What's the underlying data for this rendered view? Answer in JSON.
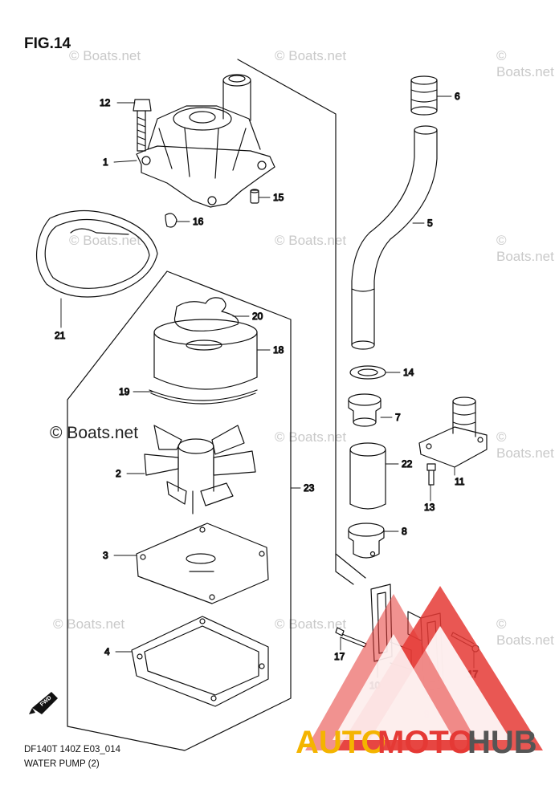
{
  "figure": {
    "title": "FIG.14",
    "model_line": "DF140T 140Z E03_014",
    "name_line": "WATER PUMP (2)"
  },
  "watermarks": {
    "small": "© Boats.net",
    "large": "© Boats.net"
  },
  "callouts": [
    {
      "id": "p12",
      "label": "12"
    },
    {
      "id": "p1",
      "label": "1"
    },
    {
      "id": "p15",
      "label": "15"
    },
    {
      "id": "p16",
      "label": "16"
    },
    {
      "id": "p21",
      "label": "21"
    },
    {
      "id": "p20",
      "label": "20"
    },
    {
      "id": "p18",
      "label": "18"
    },
    {
      "id": "p19",
      "label": "19"
    },
    {
      "id": "p2",
      "label": "2"
    },
    {
      "id": "p23",
      "label": "23"
    },
    {
      "id": "p3",
      "label": "3"
    },
    {
      "id": "p4",
      "label": "4"
    },
    {
      "id": "p6",
      "label": "6"
    },
    {
      "id": "p5",
      "label": "5"
    },
    {
      "id": "p14",
      "label": "14"
    },
    {
      "id": "p7",
      "label": "7"
    },
    {
      "id": "p22",
      "label": "22"
    },
    {
      "id": "p11",
      "label": "11"
    },
    {
      "id": "p13",
      "label": "13"
    },
    {
      "id": "p8",
      "label": "8"
    },
    {
      "id": "p17a",
      "label": "17"
    },
    {
      "id": "p17b",
      "label": "17"
    },
    {
      "id": "p10",
      "label": "10"
    },
    {
      "id": "p9",
      "label": "9"
    }
  ],
  "fwd_badge": "FWD",
  "logo": {
    "word_auto": "AUTO",
    "word_moto": "MOTO",
    "word_hub": "HUB",
    "colors": {
      "auto": "#f4b400",
      "moto": "#e53935",
      "hub": "#555555",
      "triangle": "#e53935"
    }
  }
}
